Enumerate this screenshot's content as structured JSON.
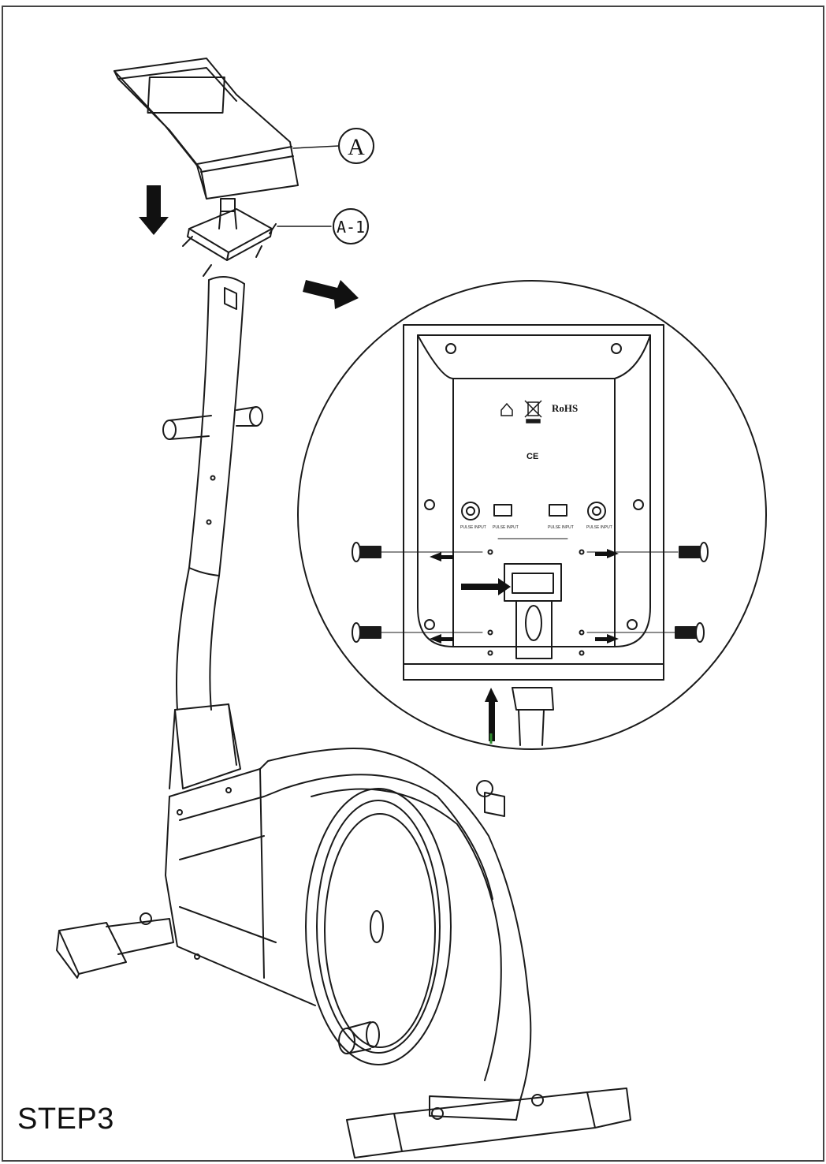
{
  "step": {
    "label": "STEP3"
  },
  "callouts": [
    {
      "id": "A",
      "label": "A"
    },
    {
      "id": "A-1",
      "label": "A-1"
    }
  ],
  "console_back_panel": {
    "markings": [
      "RoHS",
      "CE"
    ],
    "ports": [
      "PULSE INPUT",
      "PULSE INPUT",
      "PULSE INPUT",
      "PULSE INPUT"
    ]
  },
  "colors": {
    "line": "#1a1a1a",
    "background": "#ffffff",
    "arrow": "#111111",
    "cable_tip": "#2e8b2e"
  }
}
